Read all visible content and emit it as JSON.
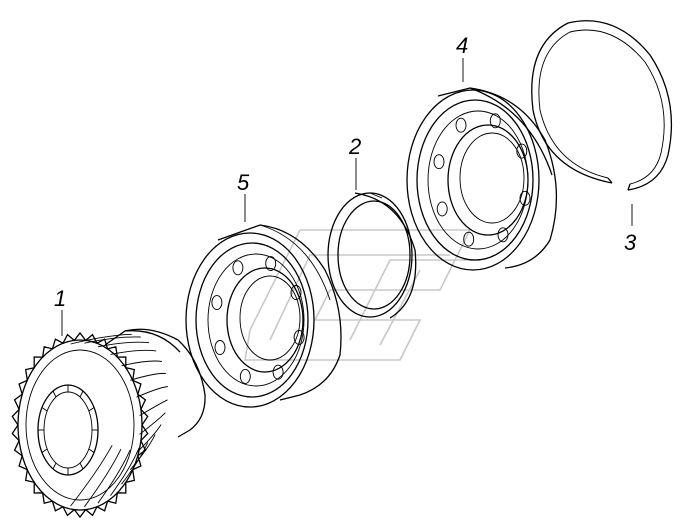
{
  "diagram": {
    "parts": [
      {
        "id": "1",
        "name": "bevel-gear"
      },
      {
        "id": "2",
        "name": "spacer-ring"
      },
      {
        "id": "3",
        "name": "snap-ring"
      },
      {
        "id": "4",
        "name": "ball-bearing-outer"
      },
      {
        "id": "5",
        "name": "ball-bearing-inner"
      }
    ],
    "callouts": {
      "c1": "1",
      "c2": "2",
      "c3": "3",
      "c4": "4",
      "c5": "5"
    }
  }
}
